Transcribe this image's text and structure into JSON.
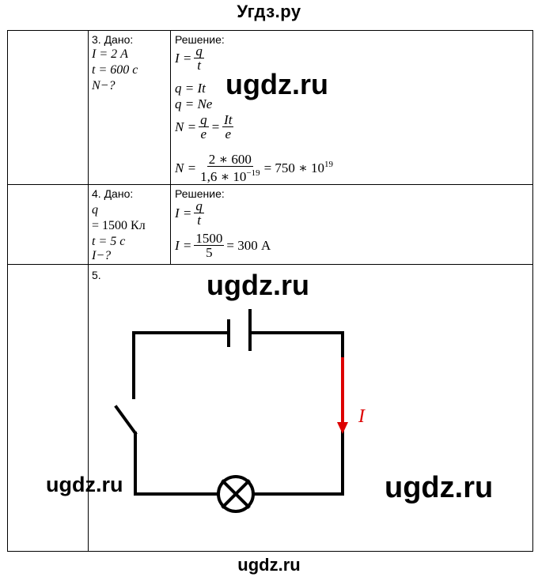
{
  "header": {
    "site_title": "Угдз.ру"
  },
  "footer": {
    "site_link": "ugdz.ru"
  },
  "watermarks": [
    "ugdz.ru",
    "ugdz.ru",
    "ugdz.ru",
    "ugdz.ru"
  ],
  "task3": {
    "given_title": "3. Дано:",
    "given": [
      "I = 2 А",
      "t = 600 с",
      "N−?"
    ],
    "solution_title": "Решение:",
    "f1_lhs": "I =",
    "f1_num": "q",
    "f1_den": "t",
    "f2": "q = It",
    "f3": "q = Ne",
    "f4_lhs": "N =",
    "f4_num1": "q",
    "f4_den1": "e",
    "f4_eq": "=",
    "f4_num2": "It",
    "f4_den2": "e",
    "f5_lhs": "N =",
    "f5_num": "2 ∗ 600",
    "f5_den_base": "1,6 ∗ 10",
    "f5_den_exp": "−19",
    "f5_rhs_base": "= 750 ∗ 10",
    "f5_rhs_exp": "19"
  },
  "task4": {
    "given_title": "4. Дано:",
    "given": [
      "q",
      "= 1500 Кл",
      "t = 5 с",
      "I−?"
    ],
    "solution_title": "Решение:",
    "f1_lhs": "I =",
    "f1_num": "q",
    "f1_den": "t",
    "f2_lhs": "I =",
    "f2_num": "1500",
    "f2_den": "5",
    "f2_rhs": "= 300 А"
  },
  "task5": {
    "number": "5.",
    "current_label": "I⃗",
    "colors": {
      "wire": "#000000",
      "current_arrow": "#dd0000",
      "label": "#dd0000"
    }
  }
}
